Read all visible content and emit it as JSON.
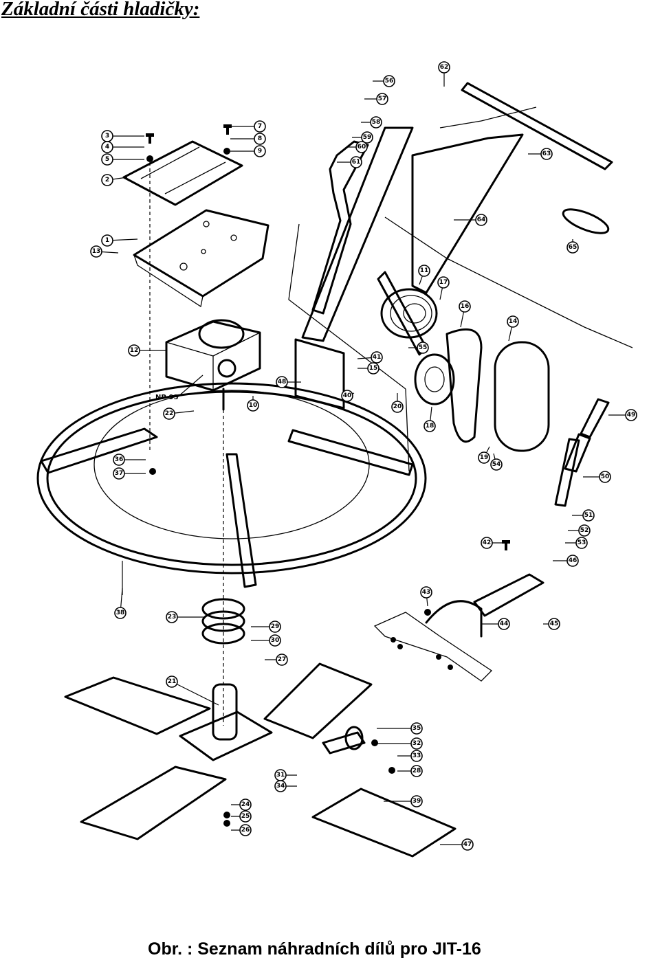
{
  "heading": "Základní části hladičky:",
  "caption": "Obr. : Seznam náhradních dílů pro JIT-16",
  "diagram": {
    "part_label": "NP-93",
    "callouts": [
      "3",
      "4",
      "5",
      "2",
      "7",
      "8",
      "9",
      "1",
      "13",
      "12",
      "22",
      "36",
      "37",
      "38",
      "23",
      "29",
      "30",
      "27",
      "21",
      "24",
      "25",
      "26",
      "31",
      "34",
      "35",
      "32",
      "33",
      "28",
      "39",
      "47",
      "48",
      "40",
      "41",
      "15",
      "10",
      "11",
      "17",
      "16",
      "14",
      "18",
      "20",
      "19",
      "54",
      "55",
      "56",
      "57",
      "58",
      "59",
      "60",
      "61",
      "62",
      "63",
      "64",
      "65",
      "49",
      "50",
      "51",
      "52",
      "53",
      "46",
      "42",
      "43",
      "44",
      "45"
    ]
  }
}
